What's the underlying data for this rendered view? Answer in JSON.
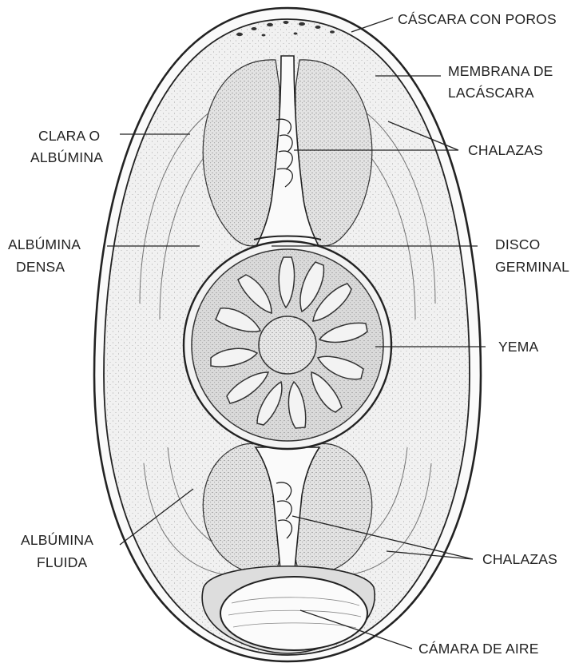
{
  "diagram": {
    "labels": {
      "shell_pores": "CÁSCARA CON POROS",
      "shell_membrane_1": "MEMBRANA DE",
      "shell_membrane_2": "LACÁSCARA",
      "albumen_1": "CLARA O",
      "albumen_2": "ALBÚMINA",
      "chalazae_top": "CHALAZAS",
      "dense_albumen_1": "ALBÚMINA",
      "dense_albumen_2": "DENSA",
      "germinal_disc_1": "DISCO",
      "germinal_disc_2": "GERMINAL",
      "yolk": "YEMA",
      "fluid_albumen_1": "ALBÚMINA",
      "fluid_albumen_2": "FLUIDA",
      "chalazae_bottom": "CHALAZAS",
      "air_cell": "CÁMARA DE AIRE"
    },
    "colors": {
      "ink": "#222222",
      "albumen": "#f1f1f1",
      "dense": "#e3e3e3",
      "yolk": "#dadada",
      "air": "#fbfbfb"
    }
  }
}
